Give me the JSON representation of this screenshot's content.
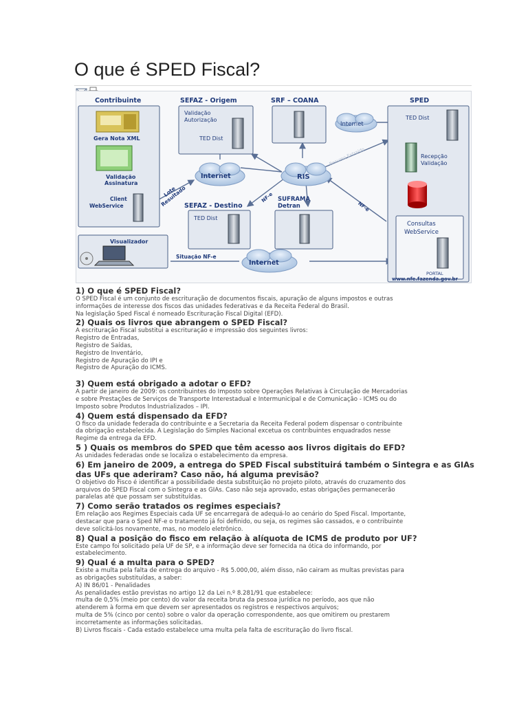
{
  "page": {
    "title": "O que é SPED Fiscal?"
  },
  "toolbar": {
    "email_icon": "envelope-icon",
    "print_icon": "printer-icon"
  },
  "diagram": {
    "contribuinte": "Contribuinte",
    "gera_nota": "Gera Nota XML",
    "validacao_assinatura": [
      "Validação",
      "Assinatura"
    ],
    "client_ws": [
      "Client",
      "WebService"
    ],
    "sefaz_origem": "SEFAZ - Origem",
    "validacao_autorizacao": [
      "Validação",
      "Autorização"
    ],
    "ted_dist": "TED Dist",
    "srf_coana": "SRF – COANA",
    "sped": "SPED",
    "recepcao_validacao": [
      "Recepção",
      "Validação"
    ],
    "consultas_ws": [
      "Consultas",
      "WebService"
    ],
    "portal": "PORTAL",
    "portal_url": "www.nfe.fazenda.gov.br",
    "internet": "Internet",
    "ris": "RIS",
    "lote_resultado": [
      "Lote",
      "Resultado"
    ],
    "sefaz_destino": "SEFAZ - Destino",
    "suframa": [
      "SUFRAMA",
      "Detran"
    ],
    "nfe": "NF-e",
    "nfe2": "NF-e",
    "recurso_extraido": "Recurso Extraído",
    "visualizador": "Visualizador",
    "situacao": "Situação NF-e",
    "colors": {
      "box_fill": "#e3e8f0",
      "box_stroke": "#4a5f86",
      "label": "#1f3a7a",
      "cloud": "#bcd1ea"
    }
  },
  "faq": [
    {
      "q": "1) O que é SPED Fiscal?",
      "a": [
        "O SPED Fiscal é um conjunto de escrituração de documentos fiscais, apuração de alguns impostos e outras",
        "informações de interesse dos fiscos das unidades federativas e da Receita Federal do Brasil.",
        "Na legislação Sped Fiscal é nomeado Escrituração Fiscal Digital (EFD)."
      ]
    },
    {
      "q": "2) Quais os livros que abrangem o SPED Fiscal?",
      "a": [
        "A escrituração Fiscal substitui a escrituração e impressão dos seguintes livros:",
        "Registro de Entradas,",
        "Registro de Saídas,",
        "Registro de Inventário,",
        "Registro de Apuração do IPI e",
        "Registro de Apuração do ICMS."
      ]
    },
    {
      "q": "3) Quem está obrigado a adotar o EFD?",
      "a": [
        "A partir de janeiro de 2009: os contribuintes do Imposto sobre Operações Relativas à Circulação de Mercadorias",
        "e sobre Prestações de Serviços de Transporte Interestadual e Intermunicipal e de Comunicação - ICMS ou do",
        "Imposto sobre Produtos Industrializados – IPI."
      ]
    },
    {
      "q": "4) Quem está dispensado da EFD?",
      "a": [
        "O fisco da unidade federada do contribuinte e a Secretaria da Receita Federal podem dispensar o contribuinte",
        "da obrigação estabelecida. A Legislação do Simples Nacional excetua os contribuintes enquadrados nesse",
        "Regime da entrega da EFD."
      ]
    },
    {
      "q": "5 ) Quais os membros do SPED que têm acesso aos livros digitais do EFD?",
      "a": [
        "As unidades federadas onde se localiza o estabelecimento da empresa."
      ]
    },
    {
      "q": "6) Em janeiro de 2009, a entrega do SPED Fiscal substituirá também o Sintegra e as GIAs das UFs que aderiram? Caso não, há alguma previsão?",
      "a": [
        "O objetivo do Fisco é identificar a possibilidade desta substituição no projeto piloto, através do cruzamento dos",
        "arquivos do SPED Fiscal com o Sintegra e as GIAs. Caso não seja aprovado, estas obrigações permanecerão",
        "paralelas até que possam ser substituídas."
      ]
    },
    {
      "q": "7) Como serão tratados os regimes especiais?",
      "a": [
        "Em relação aos Regimes Especiais cada UF se encarregará de adequá-lo ao cenário do Sped Fiscal. Importante,",
        "destacar que para o Sped NF-e o tratamento já foi definido, ou seja, os regimes são cassados, e o contribuinte",
        "deve solicitá-los novamente, mas, no modelo eletrônico."
      ]
    },
    {
      "q": "8) Qual a posição do fisco em relação à alíquota de ICMS de produto por UF?",
      "a": [
        "Este campo foi solicitado pela UF de SP, e a informação deve ser fornecida na ótica do informando, por",
        "estabelecimento."
      ]
    },
    {
      "q": "9) Qual é a multa para o SPED?",
      "a": [
        "Existe a multa pela falta de entrega do arquivo - R$ 5.000,00, além disso, não cairam as multas previstas para",
        "as obrigações substituídas, a saber:",
        "A) IN 86/01 - Penalidades",
        "As penalidades estão previstas no artigo 12 da Lei n.º 8.281/91 que estabelece:",
        "multa de 0,5% (meio por cento) do valor da receita bruta da pessoa jurídica no período, aos que não",
        "atenderem à forma em que devem ser apresentados os registros e respectivos arquivos;",
        "multa de 5% (cinco por cento) sobre o valor da operação correspondente, aos que omitirem ou prestarem",
        "incorretamente as informações solicitadas.",
        "B) Livros fiscais - Cada estado estabelece uma multa pela falta de escrituração do livro fiscal."
      ]
    }
  ]
}
